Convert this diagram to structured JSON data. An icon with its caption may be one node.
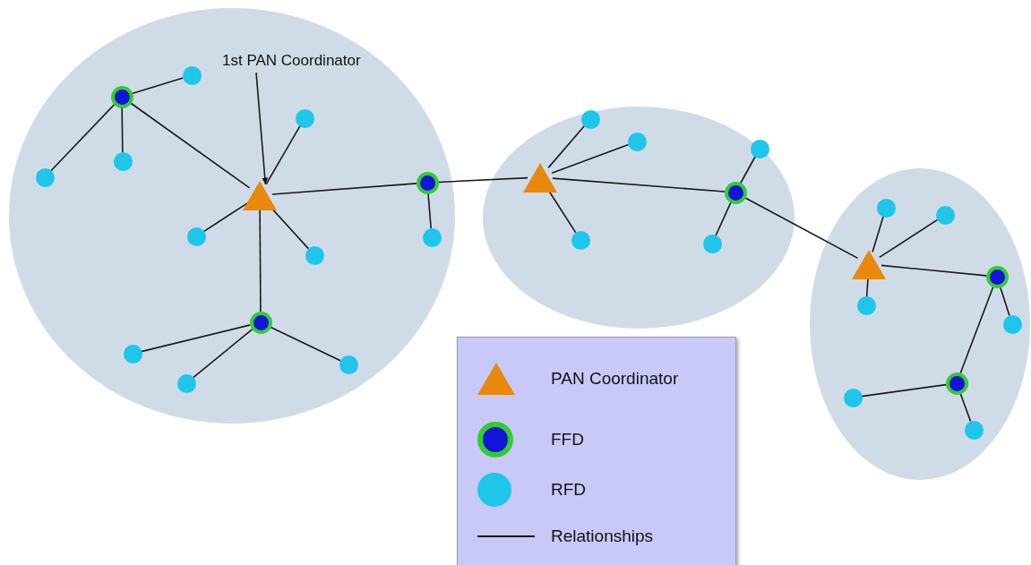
{
  "diagram": {
    "nodes": [
      {
        "text": [],
        "shape": "ellipse"
      },
      {
        "text": [
          "1st PAN Coordinator"
        ],
        "in": 0
      },
      {
        "text": [],
        "shape": "ring",
        "in": 0
      },
      {
        "text": [],
        "shape": "circle",
        "in": 0
      },
      {
        "text": [],
        "shape": "circle",
        "in": 0
      },
      {
        "text": [],
        "shape": "circle",
        "in": 0
      },
      {
        "text": [],
        "shape": "triangle",
        "in": 0
      },
      {
        "text": [],
        "shape": "circle",
        "in": 0
      },
      {
        "text": [],
        "shape": "circle",
        "in": 0
      },
      {
        "text": [],
        "shape": "circle",
        "in": 0
      },
      {
        "text": [],
        "shape": "ring",
        "in": 0
      },
      {
        "text": [],
        "shape": "circle",
        "in": 0
      },
      {
        "text": [],
        "shape": "ring",
        "in": 0
      },
      {
        "text": [],
        "shape": "circle",
        "in": 0
      },
      {
        "text": [],
        "shape": "circle",
        "in": 0
      },
      {
        "text": [],
        "shape": "circle",
        "in": 0
      },
      {
        "text": [],
        "shape": "ellipse"
      },
      {
        "text": [],
        "shape": "triangle",
        "in": 16
      },
      {
        "text": [],
        "shape": "circle",
        "in": 16
      },
      {
        "text": [],
        "shape": "circle",
        "in": 16
      },
      {
        "text": [],
        "shape": "circle",
        "in": 16
      },
      {
        "text": [],
        "shape": "ring",
        "in": 16
      },
      {
        "text": [],
        "shape": "circle",
        "in": 16
      },
      {
        "text": [],
        "shape": "circle",
        "in": 16
      },
      {
        "text": [],
        "shape": "ellipse"
      },
      {
        "text": [],
        "shape": "triangle",
        "in": 24
      },
      {
        "text": [],
        "shape": "circle",
        "in": 24
      },
      {
        "text": [],
        "shape": "circle",
        "in": 24
      },
      {
        "text": [],
        "shape": "circle",
        "in": 24
      },
      {
        "text": [],
        "shape": "ring",
        "in": 24
      },
      {
        "text": [],
        "shape": "circle",
        "in": 24
      },
      {
        "text": [],
        "shape": "ring",
        "in": 24
      },
      {
        "text": [],
        "shape": "circle",
        "in": 24
      },
      {
        "text": [],
        "shape": "circle",
        "in": 24
      }
    ],
    "edges": [
      {
        "from": 1,
        "to": 6,
        "arrow": "to"
      },
      {
        "from": 2,
        "to": 3,
        "arrow": "none"
      },
      {
        "from": 2,
        "to": 4,
        "arrow": "none"
      },
      {
        "from": 2,
        "to": 5,
        "arrow": "none"
      },
      {
        "from": 2,
        "to": 6,
        "arrow": "none"
      },
      {
        "from": 6,
        "to": 7,
        "arrow": "none"
      },
      {
        "from": 6,
        "to": 8,
        "arrow": "none"
      },
      {
        "from": 6,
        "to": 9,
        "arrow": "none"
      },
      {
        "from": 6,
        "to": 10,
        "arrow": "none"
      },
      {
        "from": 6,
        "to": 12,
        "arrow": "none"
      },
      {
        "from": 10,
        "to": 11,
        "arrow": "none"
      },
      {
        "from": 12,
        "to": 13,
        "arrow": "none"
      },
      {
        "from": 12,
        "to": 14,
        "arrow": "none"
      },
      {
        "from": 12,
        "to": 15,
        "arrow": "none"
      },
      {
        "from": 10,
        "to": 17,
        "arrow": "none"
      },
      {
        "from": 17,
        "to": 18,
        "arrow": "none"
      },
      {
        "from": 17,
        "to": 19,
        "arrow": "none"
      },
      {
        "from": 17,
        "to": 20,
        "arrow": "none"
      },
      {
        "from": 17,
        "to": 21,
        "arrow": "none"
      },
      {
        "from": 21,
        "to": 22,
        "arrow": "none"
      },
      {
        "from": 21,
        "to": 23,
        "arrow": "none"
      },
      {
        "from": 21,
        "to": 25,
        "arrow": "none"
      },
      {
        "from": 25,
        "to": 26,
        "arrow": "none"
      },
      {
        "from": 25,
        "to": 27,
        "arrow": "none"
      },
      {
        "from": 25,
        "to": 28,
        "arrow": "none"
      },
      {
        "from": 25,
        "to": 29,
        "arrow": "none"
      },
      {
        "from": 29,
        "to": 30,
        "arrow": "none"
      },
      {
        "from": 29,
        "to": 31,
        "arrow": "none"
      },
      {
        "from": 31,
        "to": 32,
        "arrow": "none"
      },
      {
        "from": 31,
        "to": 33,
        "arrow": "none"
      }
    ],
    "legend": [
      {
        "text": "PAN Coordinator"
      },
      {
        "text": "FFD"
      },
      {
        "text": "RFD"
      },
      {
        "text": "Relationships"
      }
    ]
  }
}
